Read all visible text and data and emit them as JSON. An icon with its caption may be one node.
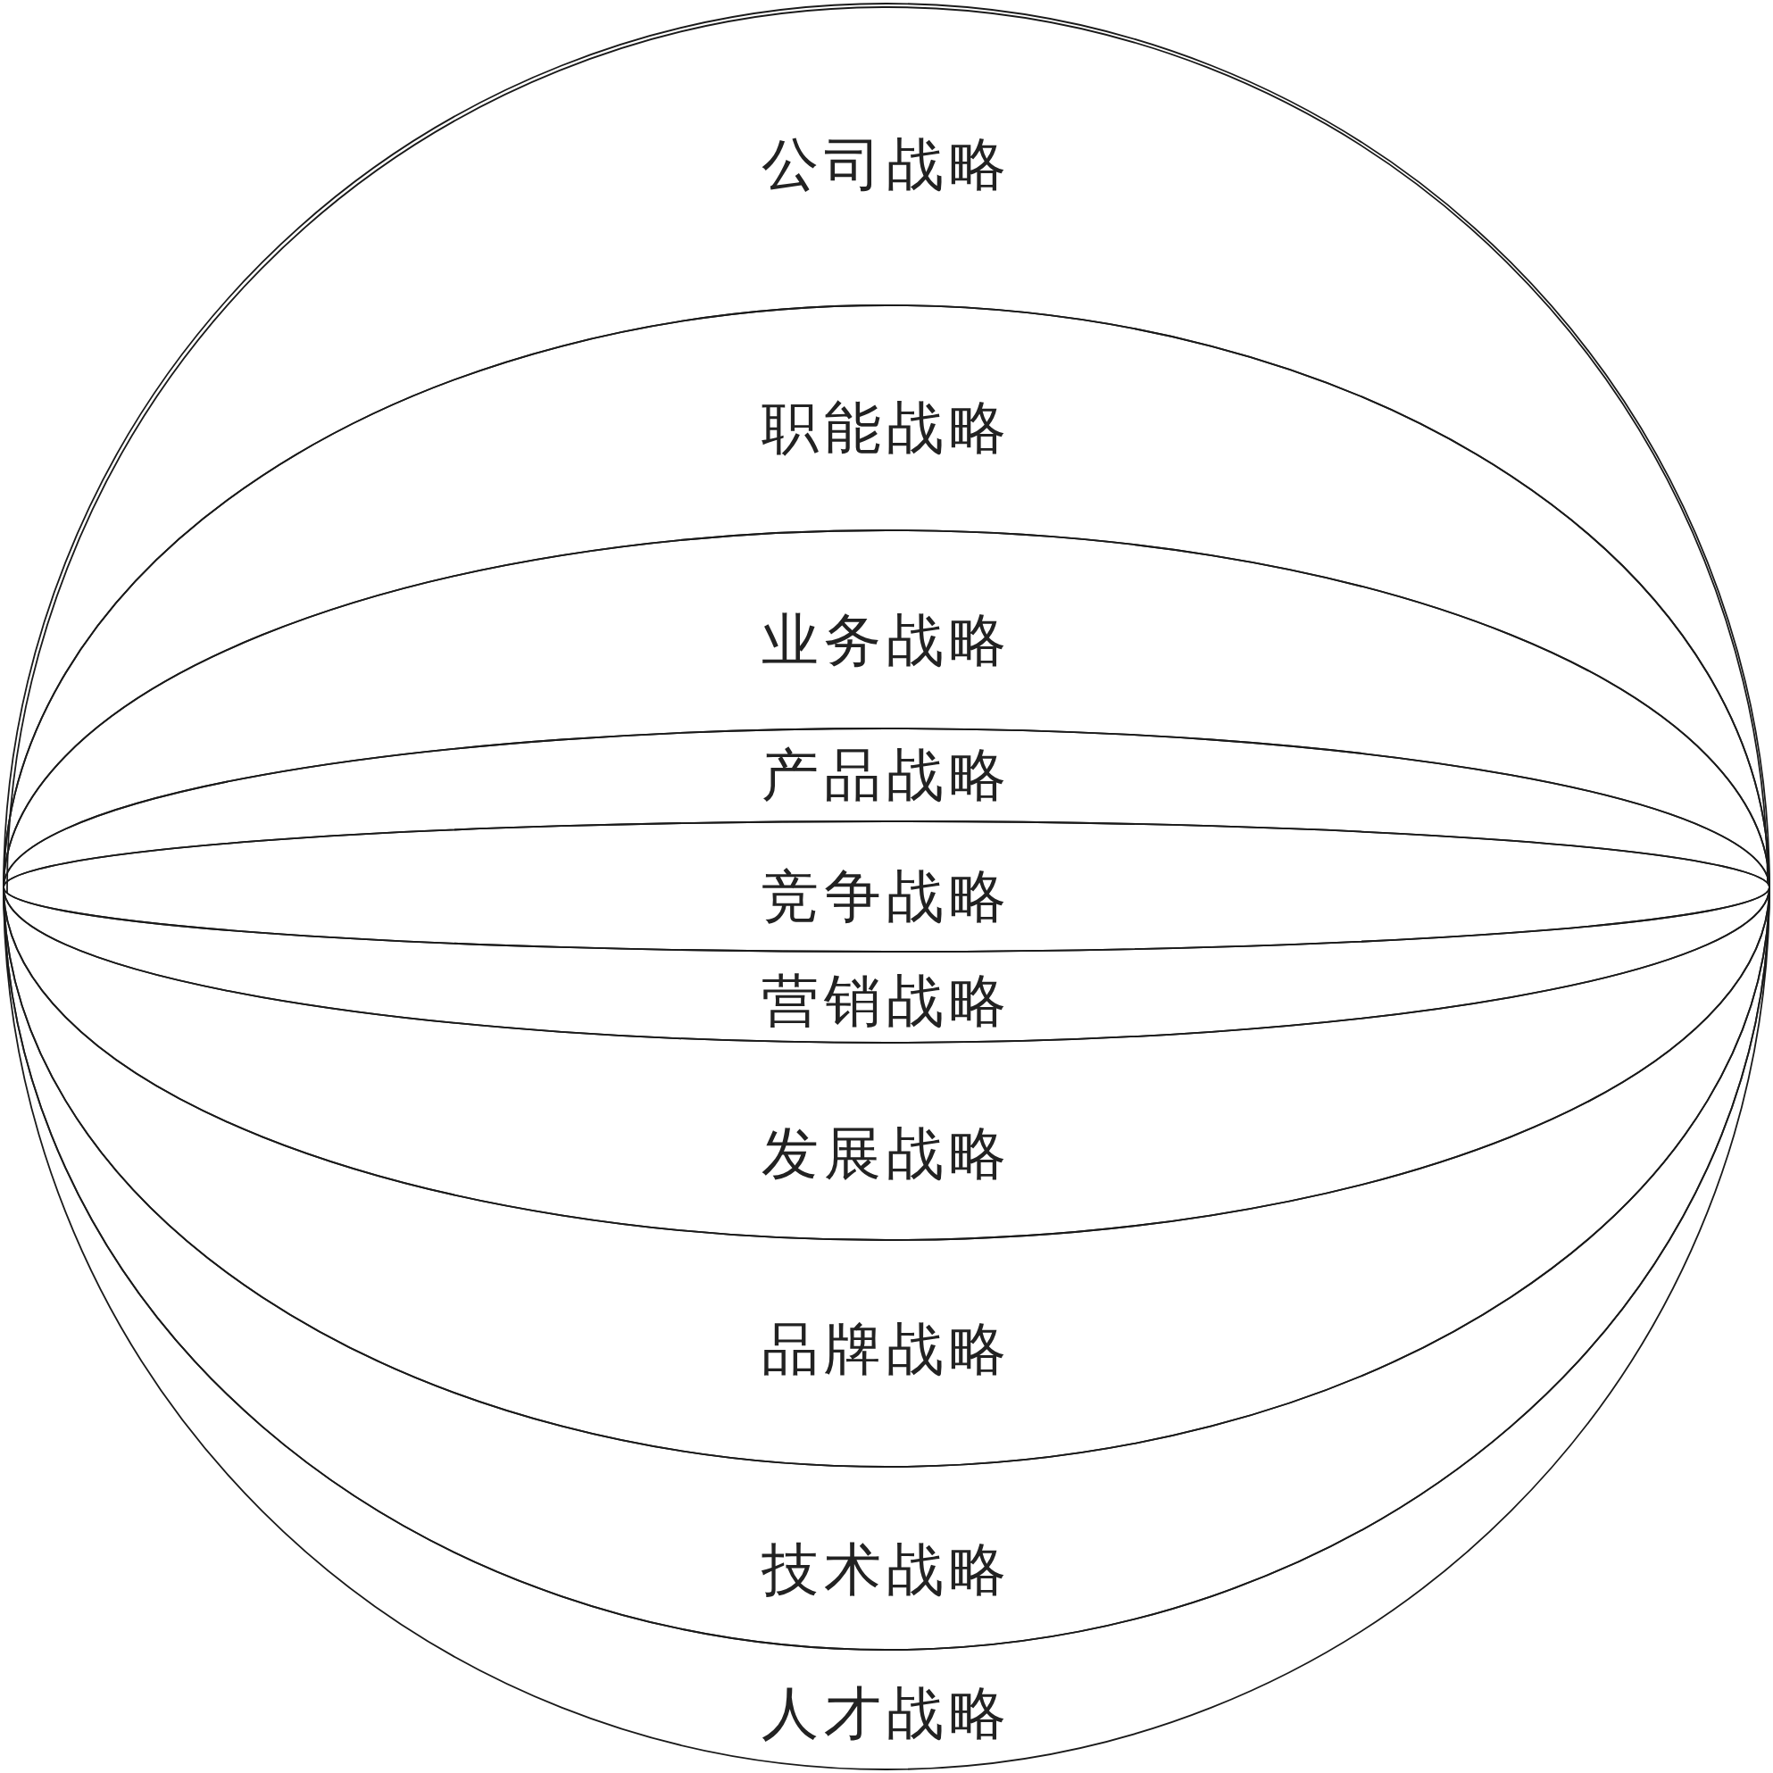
{
  "diagram": {
    "nodes": [
      {
        "text": [
          "公司战略"
        ]
      },
      {
        "text": [
          "职能战略"
        ]
      },
      {
        "text": [
          "业务战略"
        ]
      },
      {
        "text": [
          "产品战略"
        ]
      },
      {
        "text": [
          "竞争战略"
        ]
      },
      {
        "text": [
          "营销战略"
        ]
      },
      {
        "text": [
          "发展战略"
        ]
      },
      {
        "text": [
          "品牌战略"
        ]
      },
      {
        "text": [
          "技术战略"
        ]
      },
      {
        "text": [
          "人才战略"
        ]
      }
    ]
  }
}
